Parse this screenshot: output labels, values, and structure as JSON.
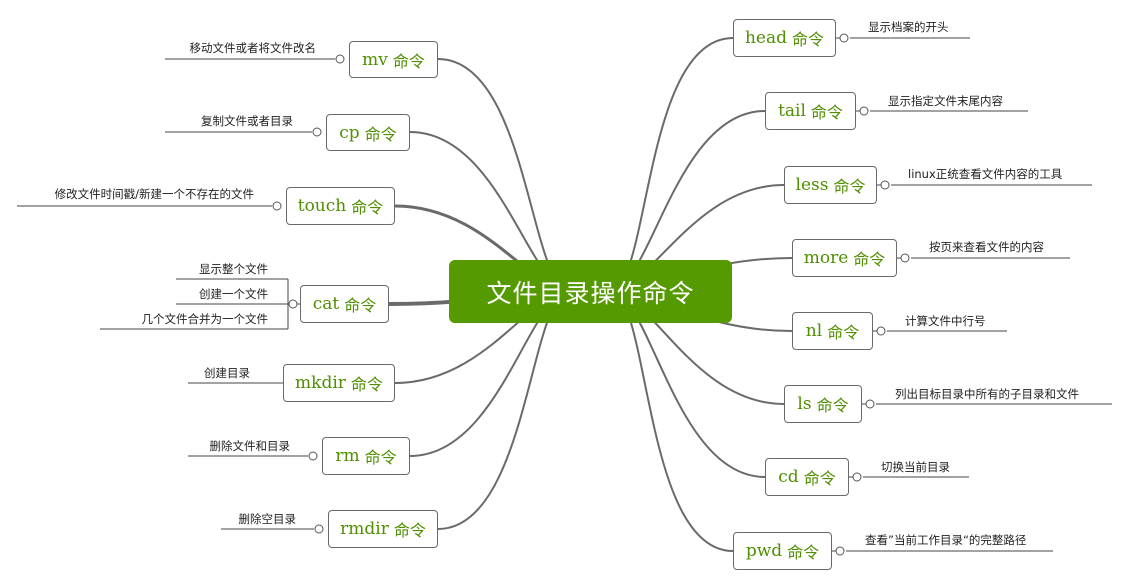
{
  "central": {
    "title": "文件目录操作命令"
  },
  "suffix": "命令",
  "left_nodes": [
    {
      "cmd": "mv",
      "notes": [
        "移动文件或者将文件改名"
      ]
    },
    {
      "cmd": "cp",
      "notes": [
        "复制文件或者目录"
      ]
    },
    {
      "cmd": "touch",
      "notes": [
        "修改文件时间戳/新建一个不存在的文件"
      ]
    },
    {
      "cmd": "cat",
      "notes": [
        "显示整个文件",
        "创建一个文件",
        "几个文件合并为一个文件"
      ]
    },
    {
      "cmd": "mkdir",
      "notes": [
        "创建目录"
      ]
    },
    {
      "cmd": "rm",
      "notes": [
        "删除文件和目录"
      ]
    },
    {
      "cmd": "rmdir",
      "notes": [
        "删除空目录"
      ]
    }
  ],
  "right_nodes": [
    {
      "cmd": "head",
      "notes": [
        "显示档案的开头"
      ]
    },
    {
      "cmd": "tail",
      "notes": [
        "显示指定文件末尾内容"
      ]
    },
    {
      "cmd": "less",
      "notes": [
        "linux正统查看文件内容的工具"
      ]
    },
    {
      "cmd": "more",
      "notes": [
        "按页来查看文件的内容"
      ]
    },
    {
      "cmd": "nl",
      "notes": [
        "计算文件中行号"
      ]
    },
    {
      "cmd": "ls",
      "notes": [
        "列出目标目录中所有的子目录和文件"
      ]
    },
    {
      "cmd": "cd",
      "notes": [
        "切换当前目录"
      ]
    },
    {
      "cmd": "pwd",
      "notes": [
        "查看”当前工作目录“的完整路径"
      ]
    }
  ],
  "colors": {
    "central_fill": "#559a00",
    "node_text": "#4f8f00",
    "branch": "#6a6a6a"
  }
}
